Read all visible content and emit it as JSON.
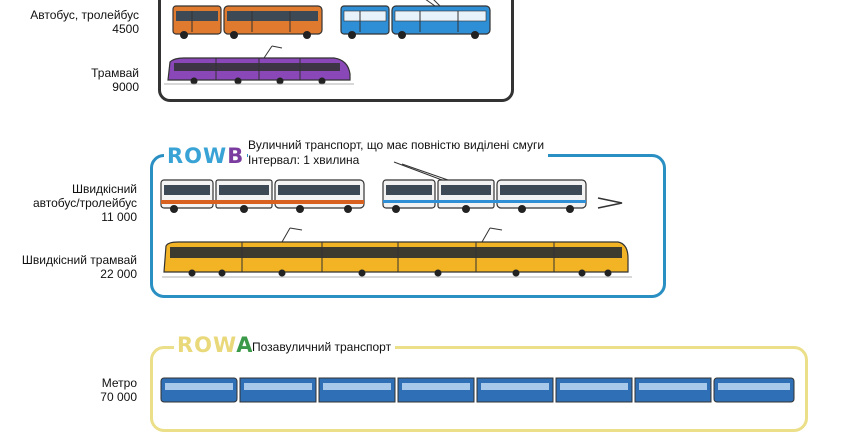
{
  "sections": {
    "rowc": {
      "row1": {
        "label": "Автобус, тролейбус",
        "capacity": "4500"
      },
      "row2": {
        "label": "Трамвай",
        "capacity": "9000"
      },
      "border_color": "#333333"
    },
    "rowb": {
      "tag_prefix": "ROW",
      "tag_letter": "B",
      "title": "Вуличний транспорт, що має повністю виділені смуги",
      "interval": "Інтервал: 1 хвилина",
      "row1": {
        "label_line1": "Швидкісний",
        "label_line2": "автобус/тролейбус",
        "capacity": "11 000"
      },
      "row2": {
        "label": "Швидкісний трамвай",
        "capacity": "22 000"
      },
      "border_color": "#2a8fc2",
      "tag_prefix_color": "#3aa3d6",
      "tag_letter_color": "#7a3c9e"
    },
    "rowa": {
      "tag_prefix": "ROW",
      "tag_letter": "A",
      "title": "Позавуличний транспорт",
      "row1": {
        "label": "Метро",
        "capacity": "70 000"
      },
      "border_color": "#ecdf8a",
      "tag_prefix_color": "#e9d97a",
      "tag_letter_color": "#3b9a4a"
    }
  },
  "vehicles": {
    "bus_orange": "#e07a2e",
    "bus_blue": "#2f8fd6",
    "tram_purple": "#8a47b8",
    "brt_orange": "#d9611f",
    "trolley_white": "#f2f2f2",
    "tram_yellow": "#f2b325",
    "metro_blue": "#2f6fb5"
  }
}
